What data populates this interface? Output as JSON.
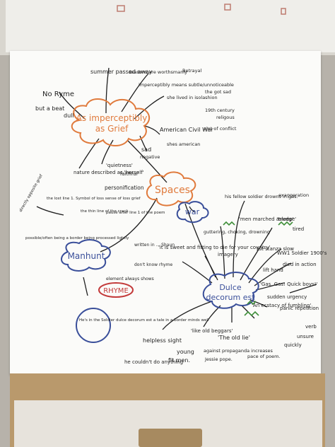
{
  "colors": {
    "orange": "#e07a3c",
    "blue": "#3a4f9a",
    "red": "#c33a3a",
    "green": "#3f8f3a",
    "ink": "#1f1f1f"
  },
  "nodes": {
    "main": "As imperceptibly as Grief",
    "spaces": "Spaces",
    "war": "war",
    "manhunt": "Manhunt",
    "dulce": "Dulce decorum est",
    "rhyme": "RHYME"
  },
  "labels": {
    "no_ryme": "No Ryme",
    "but_a_beat": "but a beat",
    "dull": "dull",
    "summer": "summer passed away",
    "seasons": "seasons are worthsmanly",
    "betrayal": "Betrayal",
    "imperceptibly": "imperceptibly means subtle/unnoticeable",
    "she_lived": "she lived in isolashion",
    "she_got_sad": "the got sad",
    "american_civil": "American Civil War",
    "century": "19th century",
    "religious": "religous",
    "conflict": "alot of conflict",
    "shes_american": "shes american",
    "sad": "sad",
    "negative": "negative",
    "nature": "nature described as 'herself'",
    "quietness": "'quietness'",
    "faithful": "'faithful'",
    "personification": "personification",
    "his_fellow": "his fellow soldier drowns in gas.",
    "exaggeration": "exaggeration",
    "men_marched": "'men marched asleep'",
    "guttering": "guttering, choking, drowning",
    "imagery": "imagery",
    "trudge": "'trudge'",
    "tired": "tired",
    "first_stanza": "1st stanza slow",
    "soldier_ww1": "WW1 Soldier 1900's",
    "died_in_action": "died in action",
    "lift_hand": "lift hand",
    "sweet_fitting": "'it is sweet and fitting to die for your country'",
    "gas_quick": "'Gas, Gas! Quick boys!'",
    "sudden_urgency": "sudden urgency",
    "panic": "panic repetition",
    "ecstasy": "'An ecstacy of fumbling'",
    "verb": "verb",
    "unsure": "unsure",
    "quickly": "quickly",
    "helpless": "helpless sight",
    "he_couldnt": "he couldn't do anything",
    "old_beggars": "'like old beggars'",
    "young": "young",
    "fit_men": "fit men.",
    "old_lie": "'The old lie'",
    "against_propaganda": "against propaganda increases",
    "jessie_pope": "Jessie pope.",
    "pace_of_poem": "pace of poem.",
    "shaun_name": "written in ... Shaun",
    "dont_know_rhyme": "don't know rhyme",
    "element_always": "element always shows",
    "left_notes": "directly opposite grief",
    "poss_notes": "possible/often being a border being processed lightly",
    "manhunt_notes": "the lost line 1. Symbol of loss sense of loss grief",
    "circle_notes": "He's in the Soldier dulce decorum est a tale in a border minds well",
    "hunt_notes": "the thin line of the crack",
    "middle_notes": "pause after line 1 of the poem"
  }
}
